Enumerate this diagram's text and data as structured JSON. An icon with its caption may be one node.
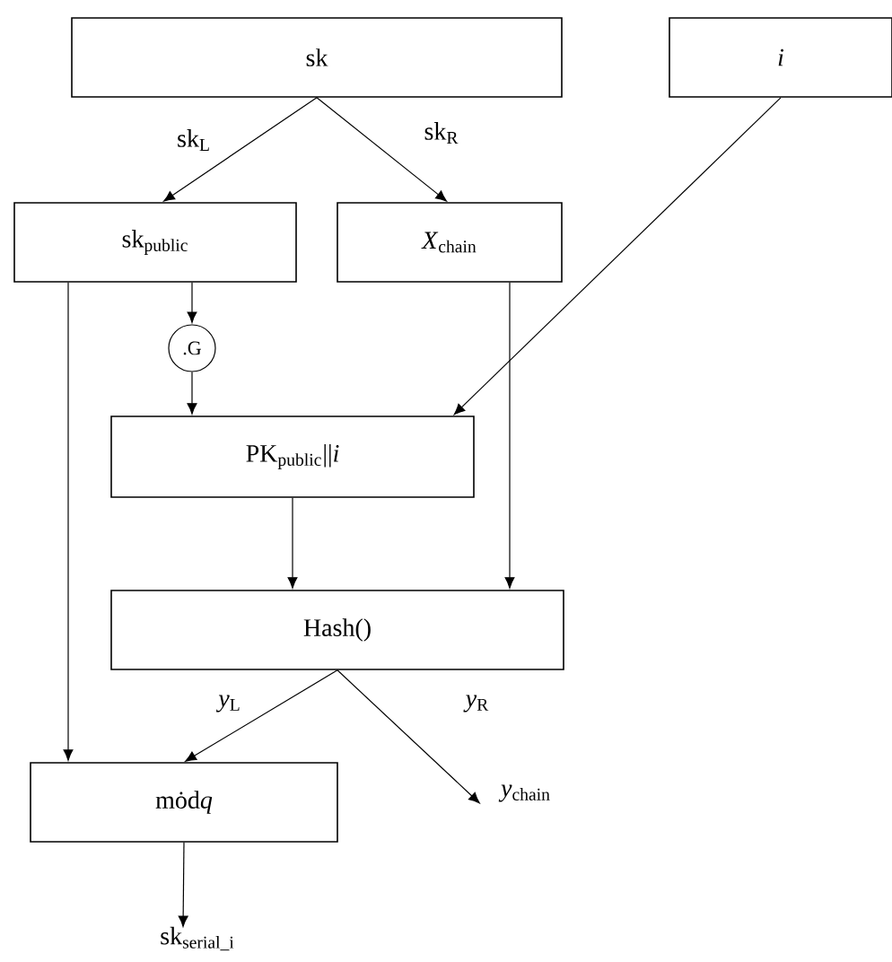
{
  "diagram": {
    "nodes": [
      {
        "text": [
          "sk"
        ]
      },
      {
        "text": [
          "*i*"
        ]
      },
      {
        "text": [
          "sk$_{public}$"
        ]
      },
      {
        "text": [
          "*X*$_{chain}$"
        ]
      },
      {
        "text": [
          ".G"
        ]
      },
      {
        "text": [
          "PK$_{public}$||*i*"
        ]
      },
      {
        "text": [
          "Hash()"
        ]
      },
      {
        "text": [
          "mȯd",
          "*q*"
        ]
      },
      {
        "text": [
          "*y*$_{chain}$"
        ]
      },
      {
        "text": [
          "sk$_{serial_i}$"
        ]
      }
    ],
    "edges": [
      {
        "from": 0,
        "to": 2,
        "arrow": "to",
        "label": "sk$_{L}$"
      },
      {
        "from": 0,
        "to": 3,
        "arrow": "to",
        "label": "sk$_{R}$"
      },
      {
        "from": 1,
        "to": 5,
        "arrow": "to"
      },
      {
        "from": 2,
        "to": 4,
        "arrow": "to"
      },
      {
        "from": 4,
        "to": 5,
        "arrow": "to"
      },
      {
        "from": 2,
        "to": 7,
        "arrow": "to"
      },
      {
        "from": 3,
        "to": 6,
        "arrow": "to"
      },
      {
        "from": 5,
        "to": 6,
        "arrow": "to"
      },
      {
        "from": 6,
        "to": 7,
        "arrow": "to",
        "label": "*y*$_{L}$"
      },
      {
        "from": 6,
        "to": 8,
        "arrow": "to",
        "label": "*y*$_{R}$"
      },
      {
        "from": 7,
        "to": 9,
        "arrow": "to"
      }
    ]
  }
}
